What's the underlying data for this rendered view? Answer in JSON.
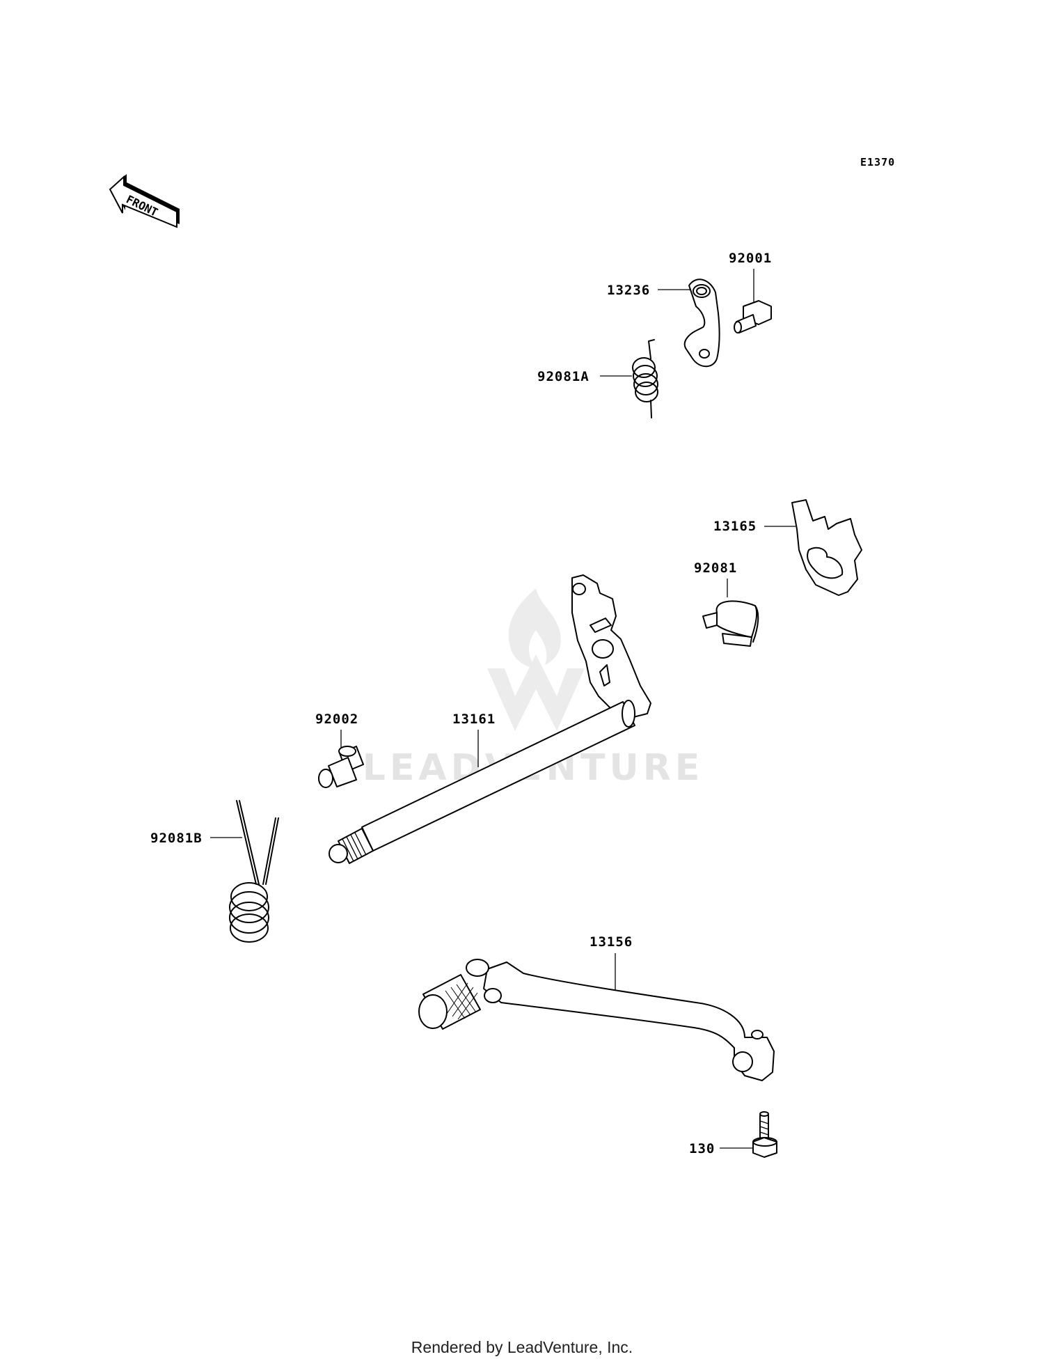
{
  "diagram": {
    "code": "E1370",
    "front_label": "FRONT",
    "watermark": "LEADVENTURE",
    "parts": [
      {
        "id": "p13236",
        "label": "13236"
      },
      {
        "id": "p92001",
        "label": "92001"
      },
      {
        "id": "p92081A",
        "label": "92081A"
      },
      {
        "id": "p13165",
        "label": "13165"
      },
      {
        "id": "p92081",
        "label": "92081"
      },
      {
        "id": "p92002",
        "label": "92002"
      },
      {
        "id": "p13161",
        "label": "13161"
      },
      {
        "id": "p92081B",
        "label": "92081B"
      },
      {
        "id": "p13156",
        "label": "13156"
      },
      {
        "id": "p130",
        "label": "130"
      }
    ]
  },
  "footer": {
    "text": "Rendered by LeadVenture, Inc."
  }
}
